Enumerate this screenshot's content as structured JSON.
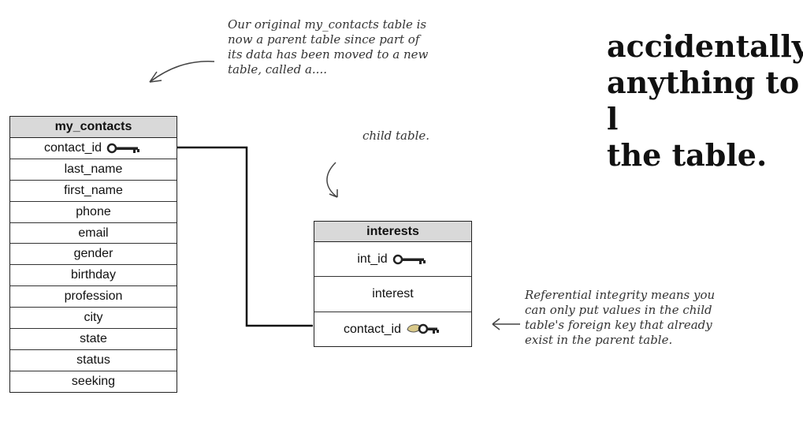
{
  "notes": {
    "parent_note": "Our original my_contacts table is\nnow a parent table since part of\nits data has been moved to a new\ntable, called a....",
    "child_note": "child table.",
    "ref_note": "Referential integrity means you\ncan only put values in the child\ntable's foreign key that already\nexist in the parent table.",
    "big_text": "accidentally\nanything to l\nthe table."
  },
  "my_contacts": {
    "title": "my_contacts",
    "columns": [
      "contact_id",
      "last_name",
      "first_name",
      "phone",
      "email",
      "gender",
      "birthday",
      "profession",
      "city",
      "state",
      "status",
      "seeking"
    ]
  },
  "interests": {
    "title": "interests",
    "columns": [
      "int_id",
      "interest",
      "contact_id"
    ]
  },
  "icons": [
    "key-icon",
    "foreign-key-icon",
    "arrow-icon"
  ]
}
